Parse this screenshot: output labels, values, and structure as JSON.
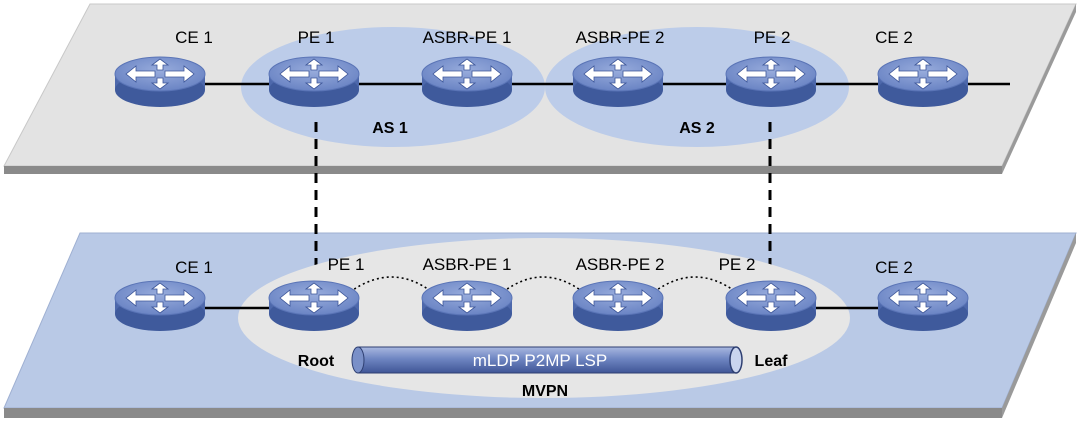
{
  "top_layer": {
    "devices": [
      "CE 1",
      "PE 1",
      "ASBR-PE 1",
      "ASBR-PE 2",
      "PE 2",
      "CE 2"
    ],
    "as1_label": "AS 1",
    "as2_label": "AS 2"
  },
  "bottom_layer": {
    "devices": [
      "CE 1",
      "PE 1",
      "ASBR-PE 1",
      "ASBR-PE 2",
      "PE 2",
      "CE 2"
    ],
    "root_label": "Root",
    "leaf_label": "Leaf",
    "lsp_label": "mLDP P2MP LSP",
    "mvpn_label": "MVPN"
  },
  "colors": {
    "top_plane": "#e4e4e4",
    "bottom_plane": "#b9c9e6",
    "as_ellipse": "#bccce9",
    "mvpn_ellipse": "#e6e6e6",
    "router_body": "#5470b4",
    "router_top": "#7d96cf",
    "lsp_tube": "#7088c4"
  }
}
